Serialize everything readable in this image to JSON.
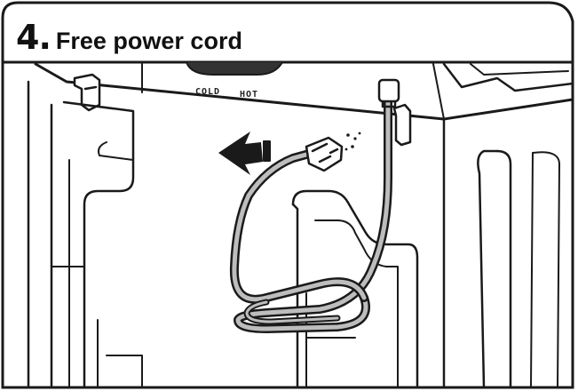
{
  "header": {
    "step_number": "4.",
    "title": "Free power cord"
  },
  "labels": {
    "cold": "COLD",
    "hot": "HOT"
  },
  "icons": {
    "arrow": "arrow-left-icon",
    "plug": "power-plug-icon"
  },
  "colors": {
    "line": "#1a1a1a",
    "cord_fill": "#bdbdbd",
    "face": "#ffffff"
  }
}
